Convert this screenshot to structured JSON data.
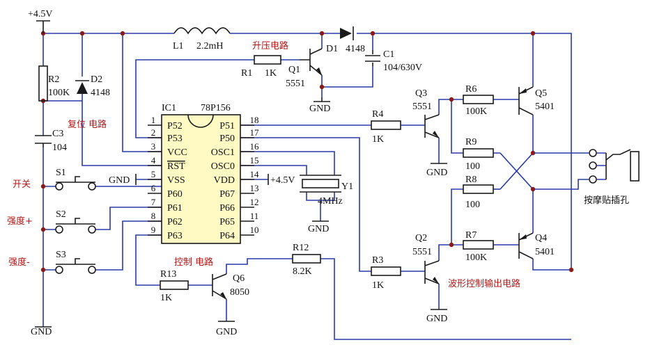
{
  "labels": {
    "vcc_top": "+4.5V",
    "vdd_pin": "+4.5V",
    "l1_ref": "L1",
    "l1_val": "2.2mH",
    "boost": "升压电路",
    "d1_ref": "D1",
    "d1_val": "4148",
    "c1_ref": "C1",
    "c1_val": "104/630V",
    "r1_ref": "R1",
    "r1_val": "1K",
    "q1_ref": "Q1",
    "q1_val": "5551",
    "gnd_q1": "GND",
    "r2_ref": "R2",
    "r2_val": "100K",
    "d2_ref": "D2",
    "d2_val": "4148",
    "reset": "复位 电路",
    "c3_ref": "C3",
    "c3_val": "104",
    "ic_ref": "IC1",
    "ic_part": "78P156",
    "gnd_vss": "GND",
    "q3_ref": "Q3",
    "q3_val": "5551",
    "r6_ref": "R6",
    "r6_val": "100K",
    "q5_ref": "Q5",
    "q5_val": "5401",
    "r4_ref": "R4",
    "r4_val": "1K",
    "gnd_q3": "GND",
    "r9_ref": "R9",
    "r9_val": "100",
    "r8_ref": "R8",
    "r8_val": "100",
    "jack": "按摩贴插孔",
    "y1_ref": "Y1",
    "y1_val": "4MHz",
    "gnd_y1": "GND",
    "q2_ref": "Q2",
    "q2_val": "5551",
    "r7_ref": "R7",
    "r7_val": "100K",
    "q4_ref": "Q4",
    "q4_val": "5401",
    "r12_ref": "R12",
    "r12_val": "8.2K",
    "r3_ref": "R3",
    "r3_val": "1K",
    "wave": "波形控制输出电路",
    "gnd_q2": "GND",
    "ctrl": "控制 电路",
    "r13_ref": "R13",
    "r13_val": "1K",
    "q6_ref": "Q6",
    "q6_val": "8050",
    "gnd_q6": "GND",
    "gnd_left": "GND",
    "sw_on": "开关",
    "sw_up": "强度+",
    "sw_down": "强度-",
    "s1": "S1",
    "s2": "S2",
    "s3": "S3"
  },
  "ic_left_pins": [
    {
      "num": "1",
      "name": "P52"
    },
    {
      "num": "2",
      "name": "P53"
    },
    {
      "num": "3",
      "name": "VCC"
    },
    {
      "num": "4",
      "name": "RST"
    },
    {
      "num": "5",
      "name": "VSS"
    },
    {
      "num": "6",
      "name": "P60"
    },
    {
      "num": "7",
      "name": "P61"
    },
    {
      "num": "8",
      "name": "P62"
    },
    {
      "num": "9",
      "name": "P63"
    }
  ],
  "ic_right_pins": [
    {
      "num": "18",
      "name": "P51"
    },
    {
      "num": "17",
      "name": "P50"
    },
    {
      "num": "16",
      "name": "OSC1"
    },
    {
      "num": "15",
      "name": "OSC0"
    },
    {
      "num": "14",
      "name": "VDD"
    },
    {
      "num": "13",
      "name": "P67"
    },
    {
      "num": "12",
      "name": "P66"
    },
    {
      "num": "11",
      "name": "P65"
    },
    {
      "num": "10",
      "name": "P64"
    }
  ],
  "colors": {
    "wire": "#2a3aa8",
    "ic_fill": "#fff9c4",
    "component": "#1a1a1a",
    "junction": "#8b1a1a",
    "section_label": "#b01818"
  }
}
